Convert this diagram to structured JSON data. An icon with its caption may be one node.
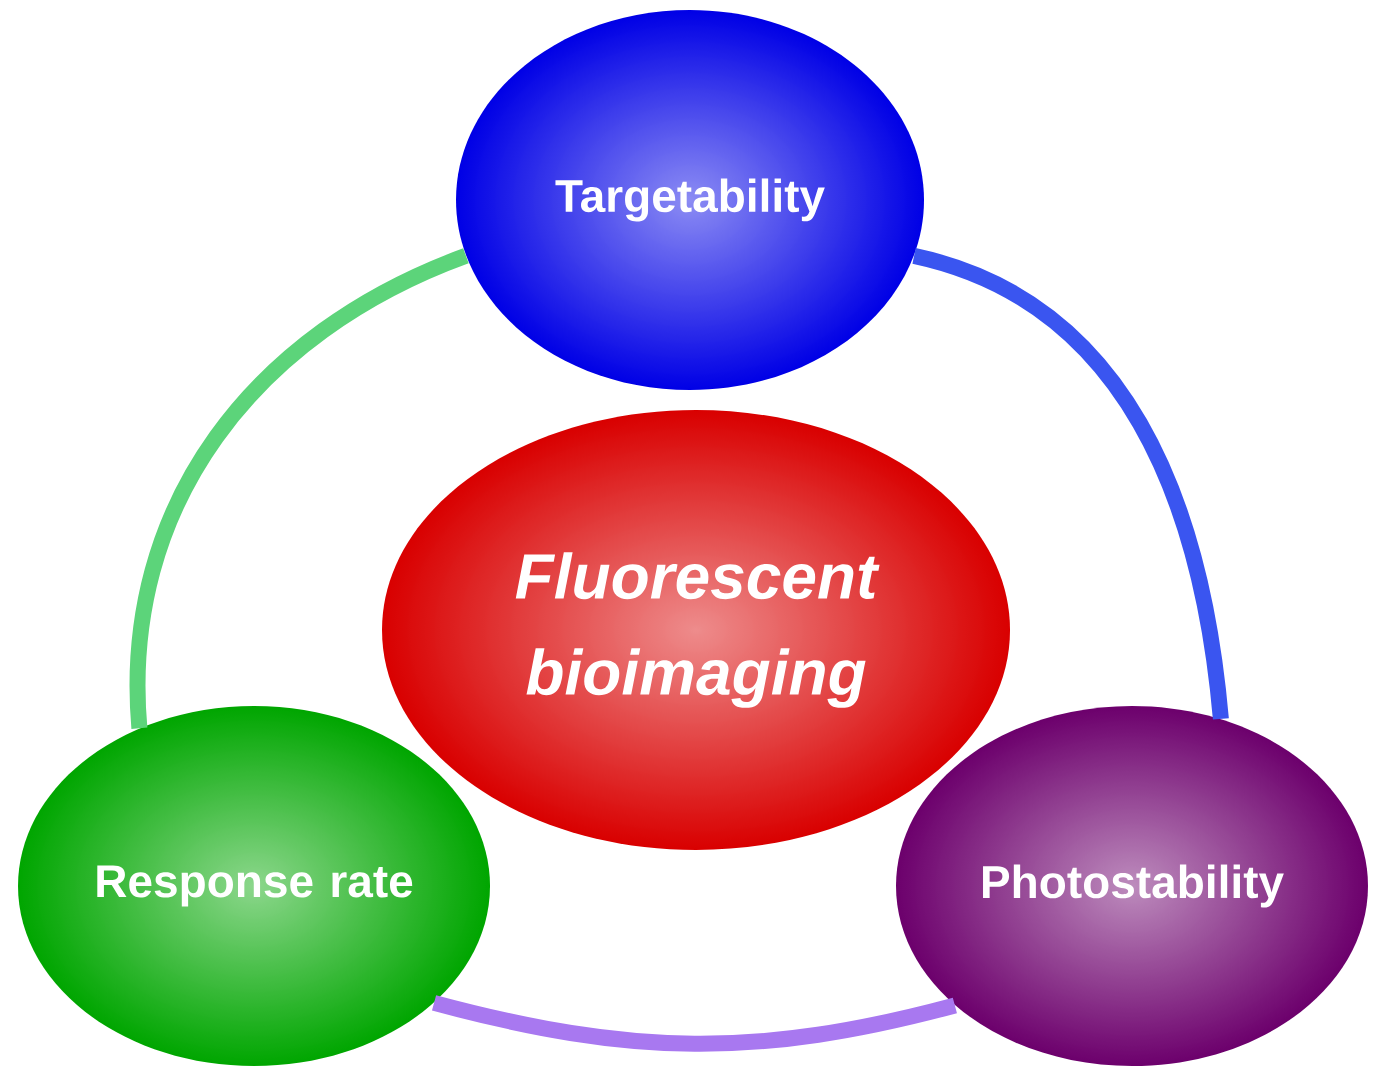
{
  "diagram": {
    "nodes": [
      {
        "text": [
          "Fluorescent bioimaging"
        ]
      },
      {
        "text": [
          "Targetability"
        ]
      },
      {
        "text": [
          "Photostability"
        ]
      },
      {
        "text": [
          "Response rate"
        ]
      }
    ],
    "edges": [
      {
        "from": 1,
        "to": 2,
        "arrow": "none",
        "color": "#3a55f0"
      },
      {
        "from": 2,
        "to": 3,
        "arrow": "none",
        "color": "#a878f0"
      },
      {
        "from": 3,
        "to": 1,
        "arrow": "none",
        "color": "#5cd47a"
      }
    ]
  }
}
